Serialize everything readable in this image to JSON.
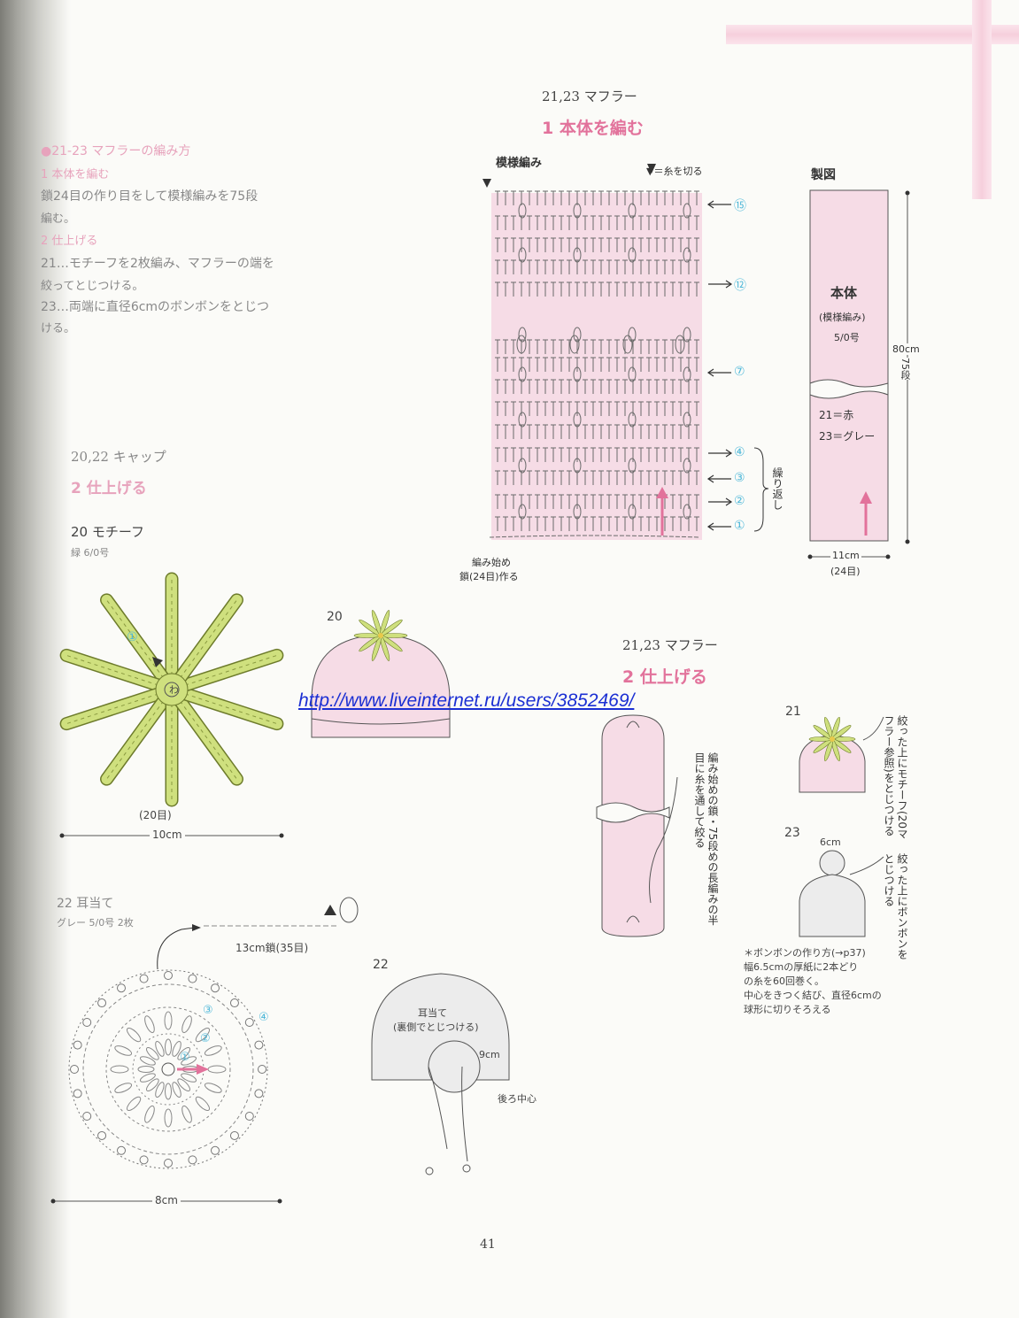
{
  "left_instructions": {
    "heading": "●21-23 マフラーの編み方",
    "step1_title": "1 本体を編む",
    "step1_text_1": "鎖24目の作り目をして模様編みを75段",
    "step1_text_2": "編む。",
    "step2_title": "2 仕上げる",
    "step2_text_1": "21…モチーフを2枚編み、マフラーの端を",
    "step2_text_2": "絞ってとじつける。",
    "step2_text_3": "23…両端に直径6cmのボンボンをとじつ",
    "step2_text_4": "ける。"
  },
  "cap_section": {
    "model": "20,22 キャップ",
    "step": "2 仕上げる",
    "motif_title": "20 モチーフ",
    "motif_yarn": "緑 6/0号",
    "motif_row": "①",
    "motif_center": "わ",
    "motif_count": "(20目)",
    "motif_width": "10cm",
    "cap20_label": "20",
    "earflap_title": "22 耳当て",
    "earflap_yarn": "グレー 5/0号 2枚",
    "chain_label": "13cm鎖(35目)",
    "earflap_rows": [
      "①",
      "②",
      "③",
      "④"
    ],
    "earflap_width": "8cm",
    "cap22_label": "22",
    "cap22_note_1": "耳当て",
    "cap22_note_2": "(裏側でとじつける)",
    "cap22_dim": "9cm",
    "cap22_back": "後ろ中心"
  },
  "muffler_section1": {
    "model": "21,23 マフラー",
    "step": "1 本体を編む",
    "pattern_label": "模様編み",
    "cut_legend": "▼＝糸を切る",
    "rows": [
      "⑮",
      "⑫",
      "⑦",
      "④",
      "③",
      "②",
      "①"
    ],
    "repeat_label": "繰り返し",
    "start_label_1": "編み始め",
    "start_label_2": "鎖(24目)作る"
  },
  "schematic": {
    "title": "製図",
    "body": "本体",
    "stitch": "(模様編み)",
    "hook": "5/0号",
    "height": "80cm",
    "rows": "75段",
    "color1": "21＝赤",
    "color2": "23＝グレー",
    "width": "11cm",
    "width_stitches": "(24目)"
  },
  "url": "http://www.liveinternet.ru/users/3852469/",
  "muffler_section2": {
    "model": "21,23 マフラー",
    "step": "2 仕上げる",
    "tube_note": "編み始めの鎖・75段めの長編みの半目に糸を通して絞る",
    "item21": "21",
    "note21": "絞った上にモチーフ(20マフラー参照)をとじつける",
    "item23": "23",
    "dim23": "6cm",
    "note23": "絞った上にボンボンをとじつける",
    "pompom_1": "＊ボンボンの作り方(→p37)",
    "pompom_2": "幅6.5cmの厚紙に2本どり",
    "pompom_3": "の糸を60回巻く。",
    "pompom_4": "中心をきつく結び、直径6cmの",
    "pompom_5": "球形に切りそろえる"
  },
  "page_number": "41",
  "colors": {
    "pink_fill": "#f6dce6",
    "pink_text": "#e2729b",
    "green_fill": "#cfe07e",
    "gray_fill": "#ececec",
    "cyan_marker": "#4fb8d9",
    "url_blue": "#1b2fd3"
  }
}
